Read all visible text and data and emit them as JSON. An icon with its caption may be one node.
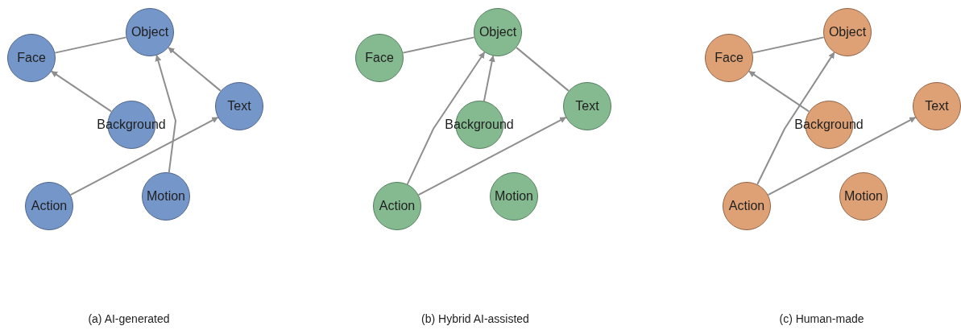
{
  "diagram": {
    "nodes": [
      {
        "text": [
          "Object"
        ]
      },
      {
        "text": [
          "Face"
        ]
      },
      {
        "text": [
          "Text"
        ]
      },
      {
        "text": [
          "Background"
        ]
      },
      {
        "text": [
          "Motion"
        ]
      },
      {
        "text": [
          "Action"
        ]
      },
      {
        "text": [
          "Object"
        ]
      },
      {
        "text": [
          "Face"
        ]
      },
      {
        "text": [
          "Text"
        ]
      },
      {
        "text": [
          "Background"
        ]
      },
      {
        "text": [
          "Motion"
        ]
      },
      {
        "text": [
          "Action"
        ]
      },
      {
        "text": [
          "Object"
        ]
      },
      {
        "text": [
          "Face"
        ]
      },
      {
        "text": [
          "Text"
        ]
      },
      {
        "text": [
          "Background"
        ]
      },
      {
        "text": [
          "Motion"
        ]
      },
      {
        "text": [
          "Action"
        ]
      }
    ],
    "edges": [
      {
        "from": 1,
        "to": 0,
        "arrow": "none"
      },
      {
        "from": 3,
        "to": 1,
        "arrow": "to"
      },
      {
        "from": 2,
        "to": 0,
        "arrow": "to"
      },
      {
        "from": 4,
        "to": 0,
        "arrow": "to"
      },
      {
        "from": 5,
        "to": 2,
        "arrow": "to"
      },
      {
        "from": 7,
        "to": 6,
        "arrow": "none"
      },
      {
        "from": 9,
        "to": 6,
        "arrow": "to"
      },
      {
        "from": 11,
        "to": 6,
        "arrow": "to"
      },
      {
        "from": 8,
        "to": 6,
        "arrow": "none"
      },
      {
        "from": 11,
        "to": 8,
        "arrow": "to"
      },
      {
        "from": 13,
        "to": 12,
        "arrow": "none"
      },
      {
        "from": 15,
        "to": 13,
        "arrow": "to"
      },
      {
        "from": 17,
        "to": 12,
        "arrow": "to"
      },
      {
        "from": 17,
        "to": 14,
        "arrow": "to"
      }
    ],
    "labels": [
      "(a) AI-generated",
      "(b) Hybrid AI-assisted",
      "(c) Human-made"
    ]
  }
}
